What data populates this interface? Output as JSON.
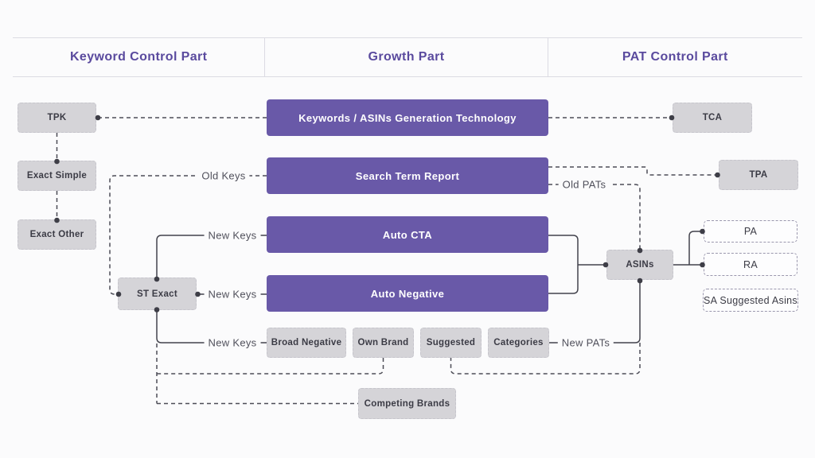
{
  "header": {
    "columns": [
      {
        "label": "Keyword Control Part"
      },
      {
        "label": "Growth Part"
      },
      {
        "label": "PAT Control Part"
      }
    ]
  },
  "nodes": {
    "tpk": {
      "label": "TPK"
    },
    "exact_simple": {
      "label": "Exact Simple"
    },
    "exact_other": {
      "label": "Exact Other"
    },
    "st_exact": {
      "label": "ST Exact"
    },
    "kw_gen": {
      "label": "Keywords / ASINs Generation Technology"
    },
    "search_term_report": {
      "label": "Search Term Report"
    },
    "auto_cta": {
      "label": "Auto CTA"
    },
    "auto_negative": {
      "label": "Auto Negative"
    },
    "broad_negative": {
      "label": "Broad Negative"
    },
    "own_brand": {
      "label": "Own Brand"
    },
    "suggested": {
      "label": "Suggested"
    },
    "categories": {
      "label": "Categories"
    },
    "competing_brands": {
      "label": "Competing Brands"
    },
    "asins": {
      "label": "ASINs"
    },
    "tca": {
      "label": "TCA"
    },
    "tpa": {
      "label": "TPA"
    },
    "pa": {
      "label": "PA"
    },
    "ra": {
      "label": "RA"
    },
    "sa_suggested_asins": {
      "label": "SA Suggested Asins"
    }
  },
  "edge_labels": {
    "old_keys": "Old Keys",
    "new_keys_top": "New Keys",
    "new_keys_mid": "New Keys",
    "new_keys_bottom": "New Keys",
    "old_pats": "Old PATs",
    "new_pats": "New PATs"
  },
  "colors": {
    "accent_purple": "#6959A8",
    "header_text_purple": "#5A4A9E",
    "gray_box": "#D5D4D8",
    "line": "#43434C",
    "background": "#FBFBFC"
  }
}
